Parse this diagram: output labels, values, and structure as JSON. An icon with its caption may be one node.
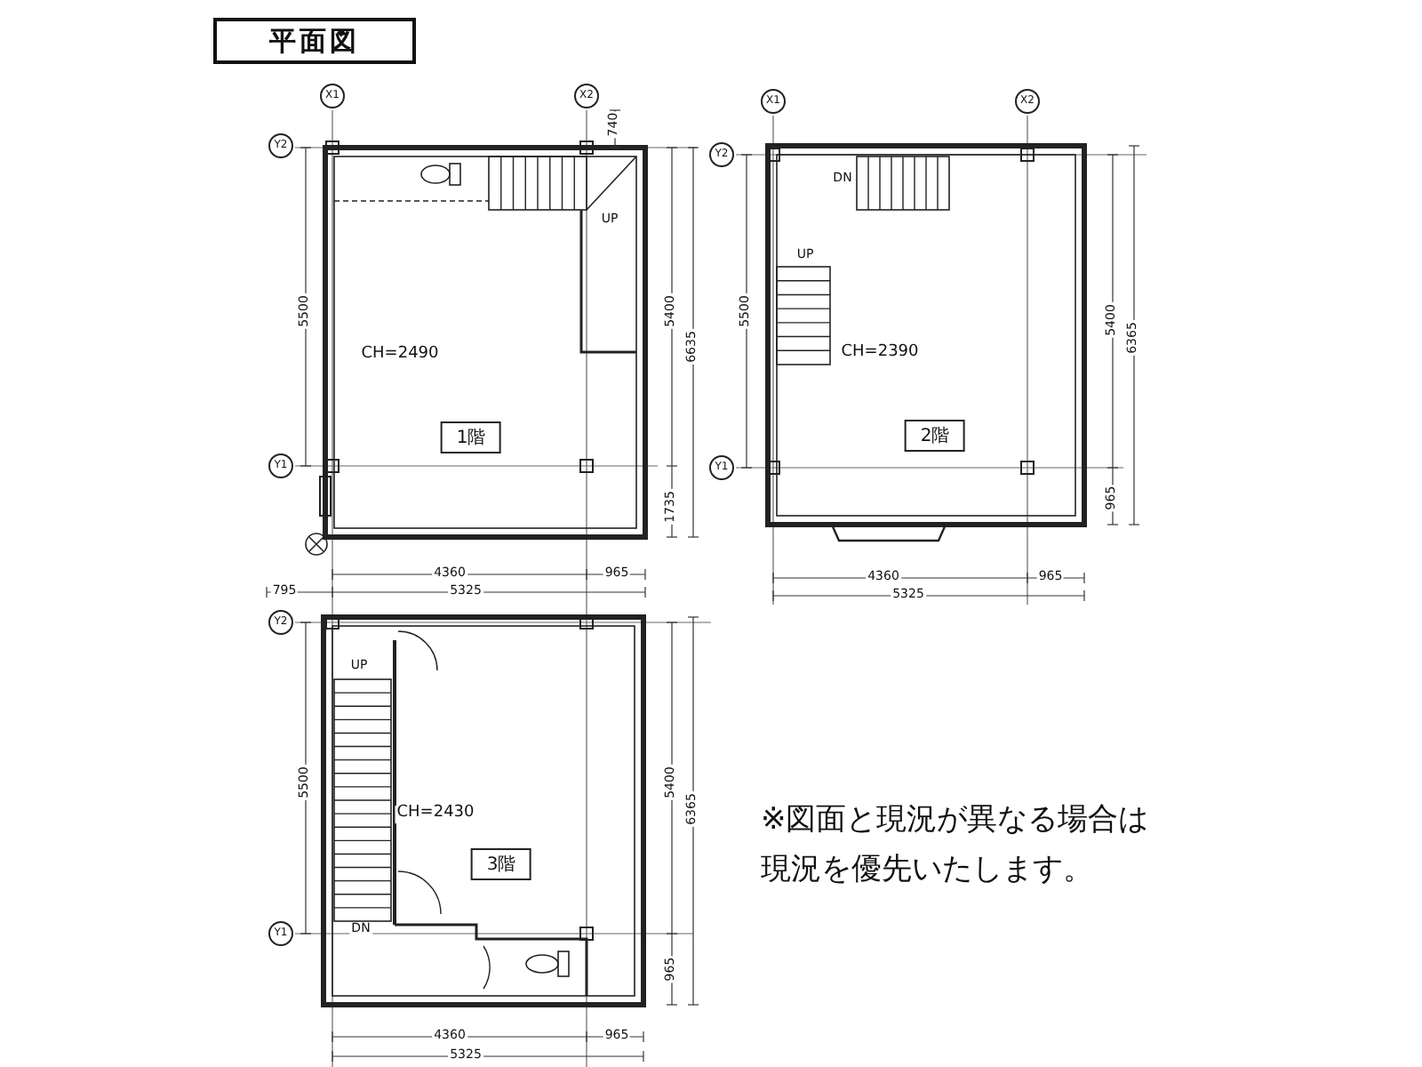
{
  "diagram": {
    "title": "平面図",
    "nodes": [
      {
        "text": [
          "1階"
        ]
      },
      {
        "text": [
          "2階"
        ]
      },
      {
        "text": [
          "3階"
        ]
      },
      {
        "text": [
          "X1"
        ]
      },
      {
        "text": [
          "X2"
        ]
      },
      {
        "text": [
          "Y2"
        ]
      },
      {
        "text": [
          "Y1"
        ]
      },
      {
        "text": [
          "X1"
        ]
      },
      {
        "text": [
          "X2"
        ]
      },
      {
        "text": [
          "Y2"
        ]
      },
      {
        "text": [
          "Y1"
        ]
      },
      {
        "text": [
          "Y2"
        ]
      },
      {
        "text": [
          "Y1"
        ]
      }
    ],
    "labels": [
      "740",
      "5500",
      "5400",
      "6635",
      "UP",
      "CH=2490",
      "1735",
      "4360",
      "965",
      "795",
      "5325",
      "DN",
      "UP",
      "5500",
      "5400",
      "6365",
      "CH=2390",
      "965",
      "4360",
      "965",
      "5325",
      "UP",
      "5500",
      "5400",
      "6365",
      "CH=2430",
      "DN",
      "965",
      "4360",
      "965",
      "5325",
      "※図面と現況が異なる場合は現況を優先いたします。"
    ]
  }
}
